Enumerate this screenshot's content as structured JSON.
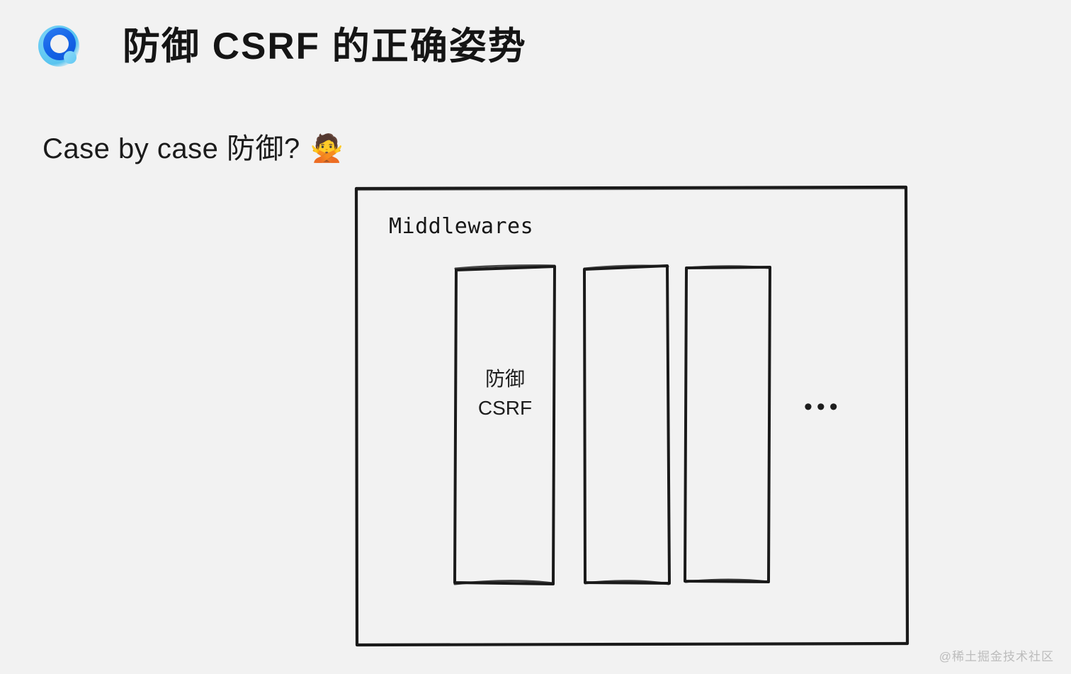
{
  "slide": {
    "background_color": "#f2f2f2",
    "logo": {
      "icon": "juejin-circle-logo",
      "colors": {
        "ring": "#1565e8",
        "halo": "#63c9f2",
        "dot": "#8fdcfb"
      }
    },
    "title": "防御 CSRF 的正确姿势",
    "subtitle": {
      "text": "Case by case 防御?",
      "emoji": "🙅"
    },
    "diagram": {
      "label": "Middlewares",
      "style": "hand-drawn-sketch",
      "stroke_color": "#1a1a1a",
      "boxes": [
        {
          "lines": [
            "防御",
            "CSRF"
          ]
        },
        {
          "lines": []
        },
        {
          "lines": []
        }
      ],
      "ellipsis": "•••"
    },
    "watermark": "@稀土掘金技术社区"
  }
}
